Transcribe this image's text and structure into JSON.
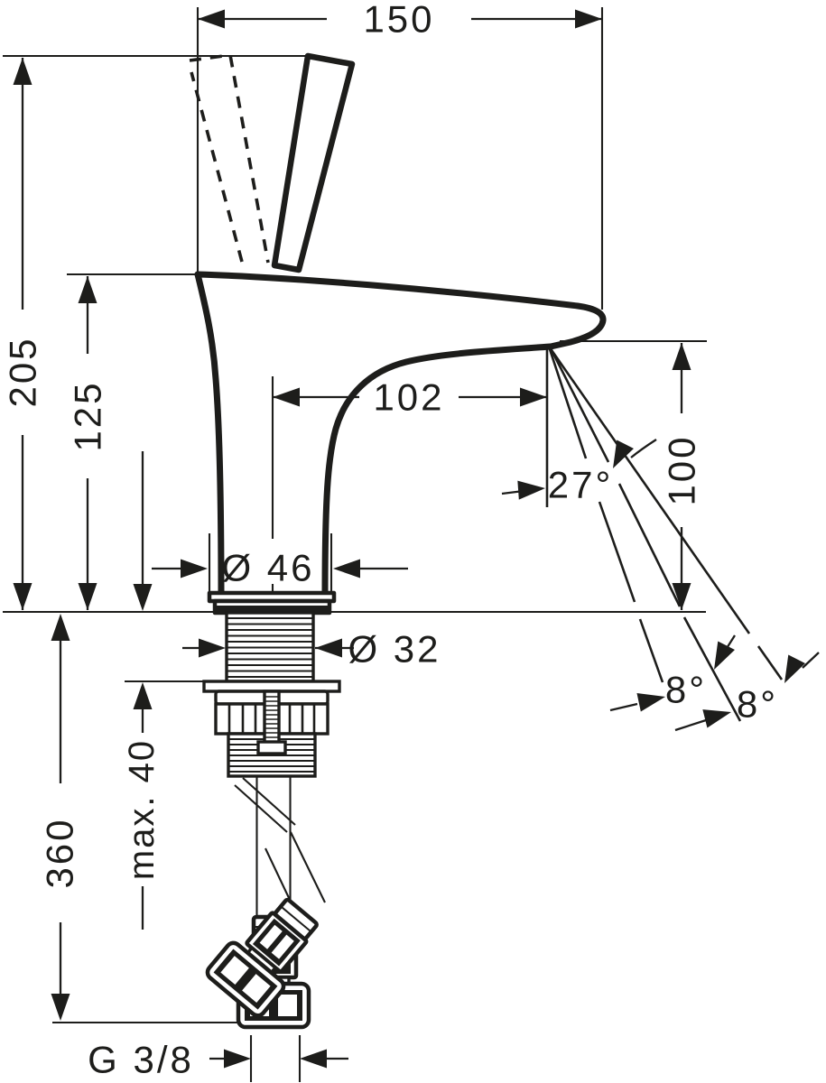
{
  "drawing": {
    "background": "#ffffff",
    "line_color": "#1d1d1b",
    "labels": {
      "overall_width": "150",
      "overall_height": "205",
      "body_height": "125",
      "spout_reach": "102",
      "outlet_height": "100",
      "stream_angle": "27°",
      "base_diameter": "Ø 46",
      "shank_diameter": "Ø 32",
      "stream_spread_left": "8°",
      "stream_spread_right": "8°",
      "max_counter_thickness": "max. 40",
      "hose_drop": "360",
      "connection_thread": "G 3/8"
    }
  }
}
